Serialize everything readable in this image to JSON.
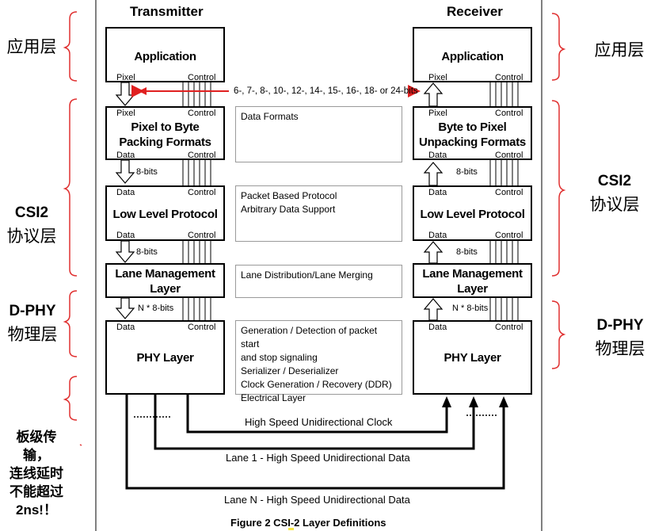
{
  "headers": {
    "transmitter": "Transmitter",
    "receiver": "Receiver"
  },
  "side_labels": {
    "app_left": "应用层",
    "app_right": "应用层",
    "csi2_left": [
      "CSI2",
      "协议层"
    ],
    "csi2_right": [
      "CSI2",
      "协议层"
    ],
    "dphy_left": [
      "D-PHY",
      "物理层"
    ],
    "dphy_right": [
      "D-PHY",
      "物理层"
    ],
    "board": [
      "板级传",
      "输，",
      "连线延时",
      "不能超过",
      "2ns!！"
    ]
  },
  "tx": {
    "application": "Application",
    "pix_to_byte": [
      "Pixel to Byte",
      "Packing Formats"
    ],
    "low_level": "Low Level Protocol",
    "lane_mgmt": [
      "Lane Management",
      "Layer"
    ],
    "phy": "PHY Layer"
  },
  "rx": {
    "application": "Application",
    "byte_to_pix": [
      "Byte to Pixel",
      "Unpacking Formats"
    ],
    "low_level": "Low Level Protocol",
    "lane_mgmt": [
      "Lane Management",
      "Layer"
    ],
    "phy": "PHY Layer"
  },
  "ports": {
    "pixel": "Pixel",
    "control": "Control",
    "data": "Data"
  },
  "widths": {
    "pixel_bits": "6-, 7-, 8-, 10-, 12-, 14-, 15-, 16-, 18- or 24-bits",
    "eight_bits": "8-bits",
    "n_eight_bits": "N * 8-bits"
  },
  "descriptions": {
    "formats": [
      "Data Formats"
    ],
    "protocol": [
      "Packet Based Protocol",
      "Arbitrary Data Support"
    ],
    "lane": [
      "Lane Distribution/Lane Merging"
    ],
    "phy": [
      "Generation / Detection of packet start",
      "and stop signaling",
      "Serializer / Deserializer",
      "Clock Generation / Recovery (DDR)",
      "Electrical Layer"
    ]
  },
  "links": {
    "clock": "High Speed Unidirectional Clock",
    "lane1": "Lane 1 - High Speed Unidirectional Data",
    "laneN": "Lane N - High Speed Unidirectional Data"
  },
  "caption": "Figure 2 CSI-2 Layer Definitions",
  "colors": {
    "bracket": "#e03030",
    "arrow": "#e02020",
    "line": "#000000",
    "desc_border": "#9a9a9a"
  }
}
